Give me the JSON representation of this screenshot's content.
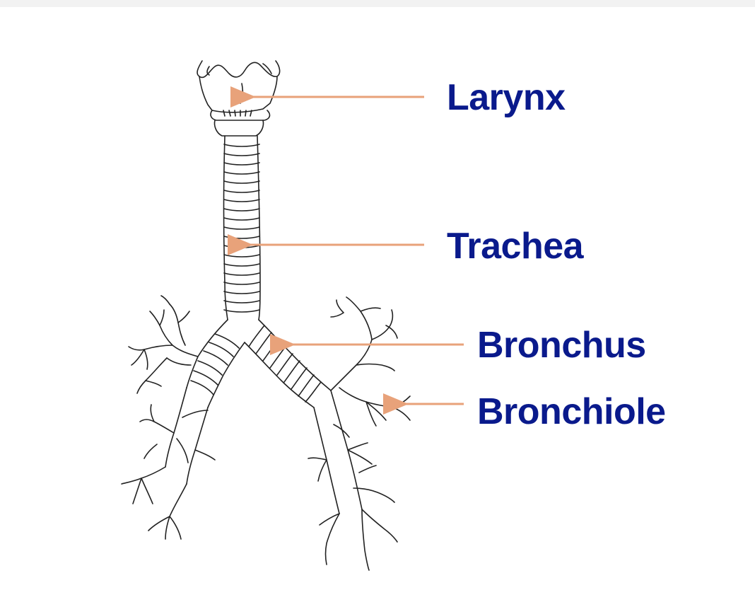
{
  "diagram": {
    "labels": {
      "larynx": "Larynx",
      "trachea": "Trachea",
      "bronchus": "Bronchus",
      "bronchiole": "Bronchiole"
    },
    "colors": {
      "label_text": "#0a1a8c",
      "leader_line": "#e8a27a",
      "drawing_stroke": "#222222",
      "background": "#ffffff",
      "top_bar": "#f2f2f2"
    }
  }
}
